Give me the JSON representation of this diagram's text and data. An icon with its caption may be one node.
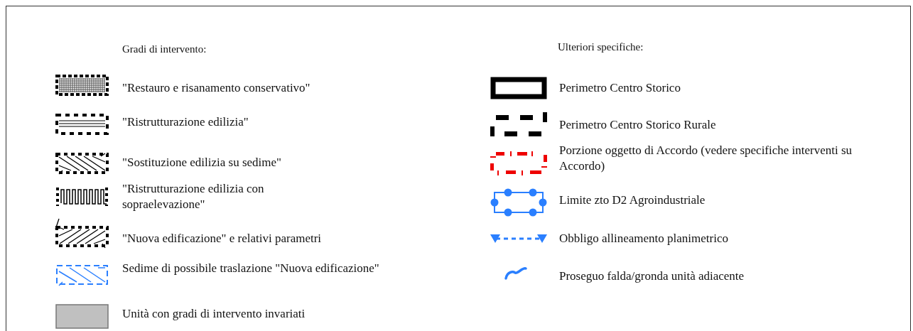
{
  "diagram": {
    "labels": [
      "Gradi di intervento:",
      "Ulteriori specifiche:"
    ],
    "legend": [
      {
        "text": "\"Restauro e risanamento conservativo\""
      },
      {
        "text": "\"Ristrutturazione edilizia\""
      },
      {
        "text": "\"Sostituzione edilizia su sedime\""
      },
      {
        "text": "\"Ristrutturazione edilizia con sopraelevazione\""
      },
      {
        "text": "\"Nuova edificazione\" e relativi parametri"
      },
      {
        "text": "Sedime di possibile traslazione \"Nuova edificazione\""
      },
      {
        "text": "Unità con gradi di intervento invariati",
        "color": "#c0c0c0"
      },
      {
        "text": "Perimetro Centro Storico"
      },
      {
        "text": "Perimetro Centro Storico Rurale"
      },
      {
        "text": "Porzione oggetto di Accordo (vedere specifiche interventi su Accordo)"
      },
      {
        "text": "Limite zto D2 Agroindustriale"
      },
      {
        "text": "Obbligo allineamento planimetrico"
      },
      {
        "text": "Proseguo falda/gronda unità adiacente"
      }
    ]
  }
}
